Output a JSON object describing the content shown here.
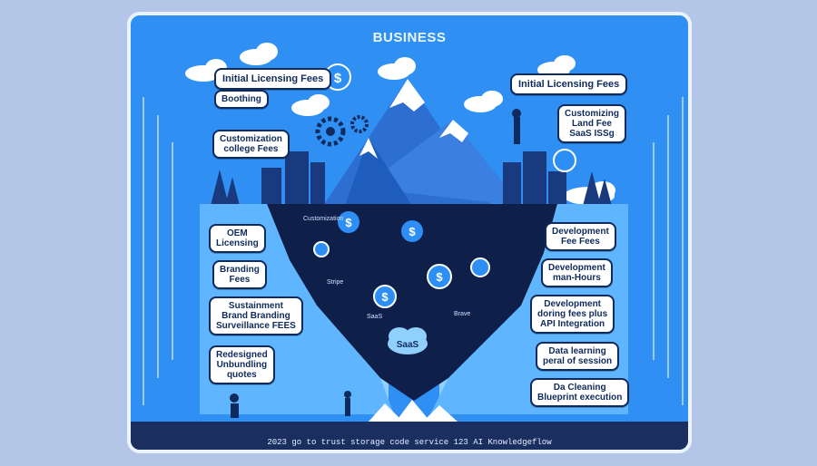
{
  "title": "BUSINESS",
  "labels": {
    "initial_licensing_left": "Initial Licensing Fees",
    "boothing": "Boothing",
    "customization_fees": "Customization\ncollege Fees",
    "initial_licensing_right": "Initial Licensing Fees",
    "customizing_fees": "Customizing\nLand Fee\nSaaS ISSg",
    "oem_licensing": "OEM\nLicensing",
    "branding_fees": "Branding\nFees",
    "sustainment_branding": "Sustainment\nBrand Branding\nSurveillance FEES",
    "redesigned_unbundling": "Redesigned\nUnbundling\nquotes",
    "development_fees": "Development\nFee Fees",
    "development_man_hours": "Development\nman-Hours",
    "api_integration": "Development\ndoring fees plus\nAPI Integration",
    "data_learning": "Data learning\nperal of session",
    "data_cleaning": "Da Cleaning\nBlueprint execution"
  },
  "center": {
    "saas": "SaaS",
    "customization": "Customization",
    "stripe": "Stripe",
    "saas2": "SaaS",
    "brave": "Brave"
  },
  "footer": "2023 go to trust storage code service 123 AI Knowledgeflow",
  "colors": {
    "background": "#b3c6e8",
    "card": "#2f8ff3",
    "navy": "#0f2a5c",
    "light_blue": "#8fd0ff",
    "white": "#ffffff"
  }
}
